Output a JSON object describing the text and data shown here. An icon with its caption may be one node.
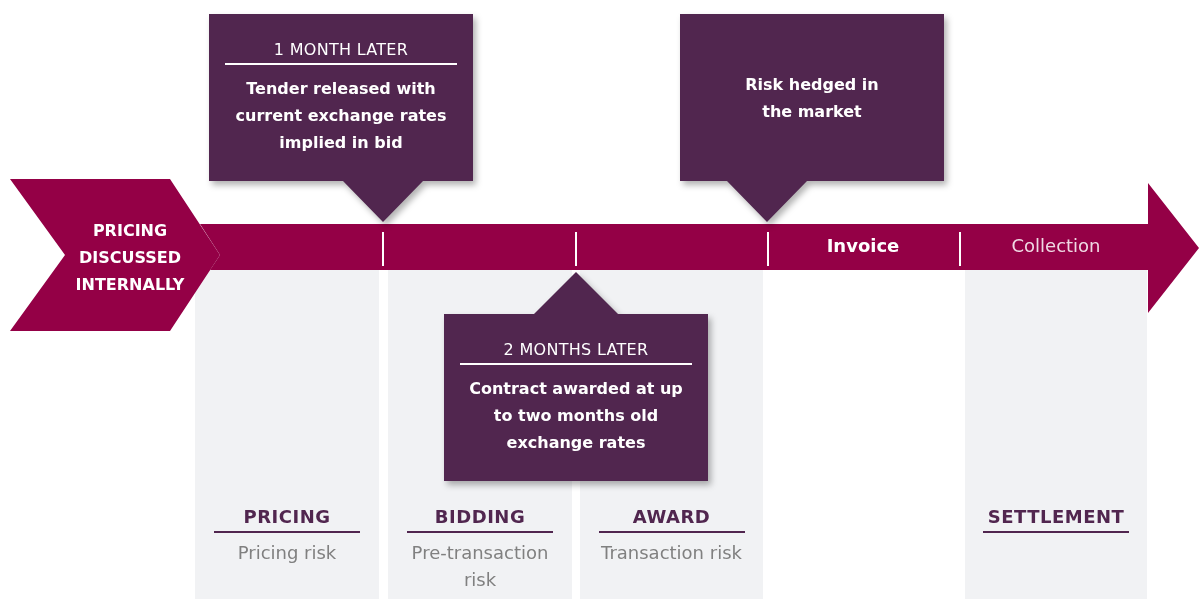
{
  "diagram": {
    "nodes": [
      {
        "text": [
          "1 MONTH LATER",
          "Tender released with current exchange rates implied in bid"
        ]
      },
      {
        "text": [
          "Risk hedged in the market"
        ]
      },
      {
        "text": [
          "Invoice",
          "Collection"
        ]
      },
      {
        "text": [
          "PRICING DISCUSSED INTERNALLY"
        ]
      },
      {
        "text": [
          "2 MONTHS LATER",
          "Contract awarded at up to two months old exchange rates"
        ]
      },
      {
        "text": [
          "PRICING",
          "Pricing risk"
        ]
      },
      {
        "text": [
          "BIDDING",
          "Pre-transaction risk"
        ]
      },
      {
        "text": [
          "AWARD",
          "Transaction risk"
        ]
      },
      {
        "text": [
          "SETTLEMENT"
        ]
      }
    ]
  }
}
